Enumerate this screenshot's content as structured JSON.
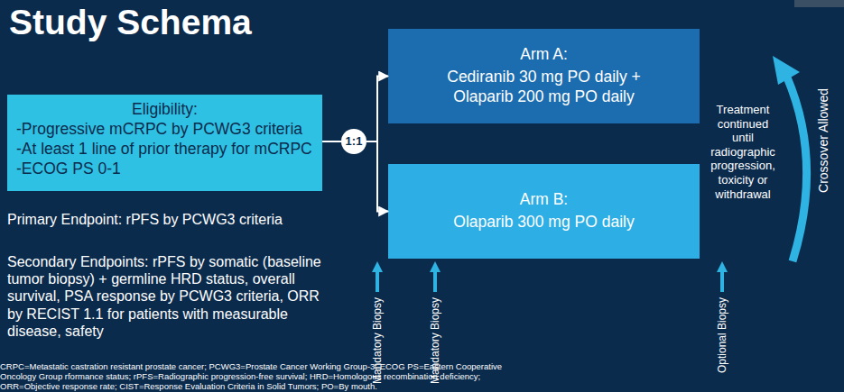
{
  "diagram": {
    "title": "Study Schema",
    "caption": "CRPC=Metastatic castration resistant prostate cancer; PCWG3=Prostate Cancer Working Group-3; ECOG PS=Eastern Cooperative Oncology Group rformance status; rPFS=Radiographic progression-free survival; HRD=Homologous recombination deficiency; ORR=Objective response rate; CIST=Response Evaluation Criteria in Solid Tumors; PO=By mouth.",
    "nodes": [
      {
        "text": [
          "Eligibility:",
          "-Progressive mCRPC by PCWG3 criteria",
          "-At least 1 line of prior therapy for mCRPC",
          "-ECOG PS 0-1"
        ]
      },
      {
        "text": [
          "1:1"
        ]
      },
      {
        "text": [
          "Arm A:",
          "Cediranib 30 mg PO daily + Olaparib 200 mg PO daily"
        ]
      },
      {
        "text": [
          "Arm B:",
          "Olaparib 300 mg PO daily"
        ]
      }
    ],
    "edges": [
      {
        "from": 0,
        "to": 1,
        "arrow": "none"
      },
      {
        "from": 1,
        "to": 2,
        "arrow": "to"
      },
      {
        "from": 1,
        "to": 3,
        "arrow": "to"
      }
    ],
    "labels": [
      "Primary Endpoint: rPFS by PCWG3 criteria",
      "Secondary Endpoints: rPFS by somatic (baseline tumor biopsy) + germline HRD status, overall survival, PSA response by PCWG3 criteria, ORR by RECIST 1.1 for patients with measurable disease, safety",
      "Treatment continued until radiographic progression, toxicity or withdrawal",
      "Crossover Allowed",
      "Mandatory Biopsy",
      "Mandatory Biopsy",
      "Optional Biopsy"
    ]
  }
}
